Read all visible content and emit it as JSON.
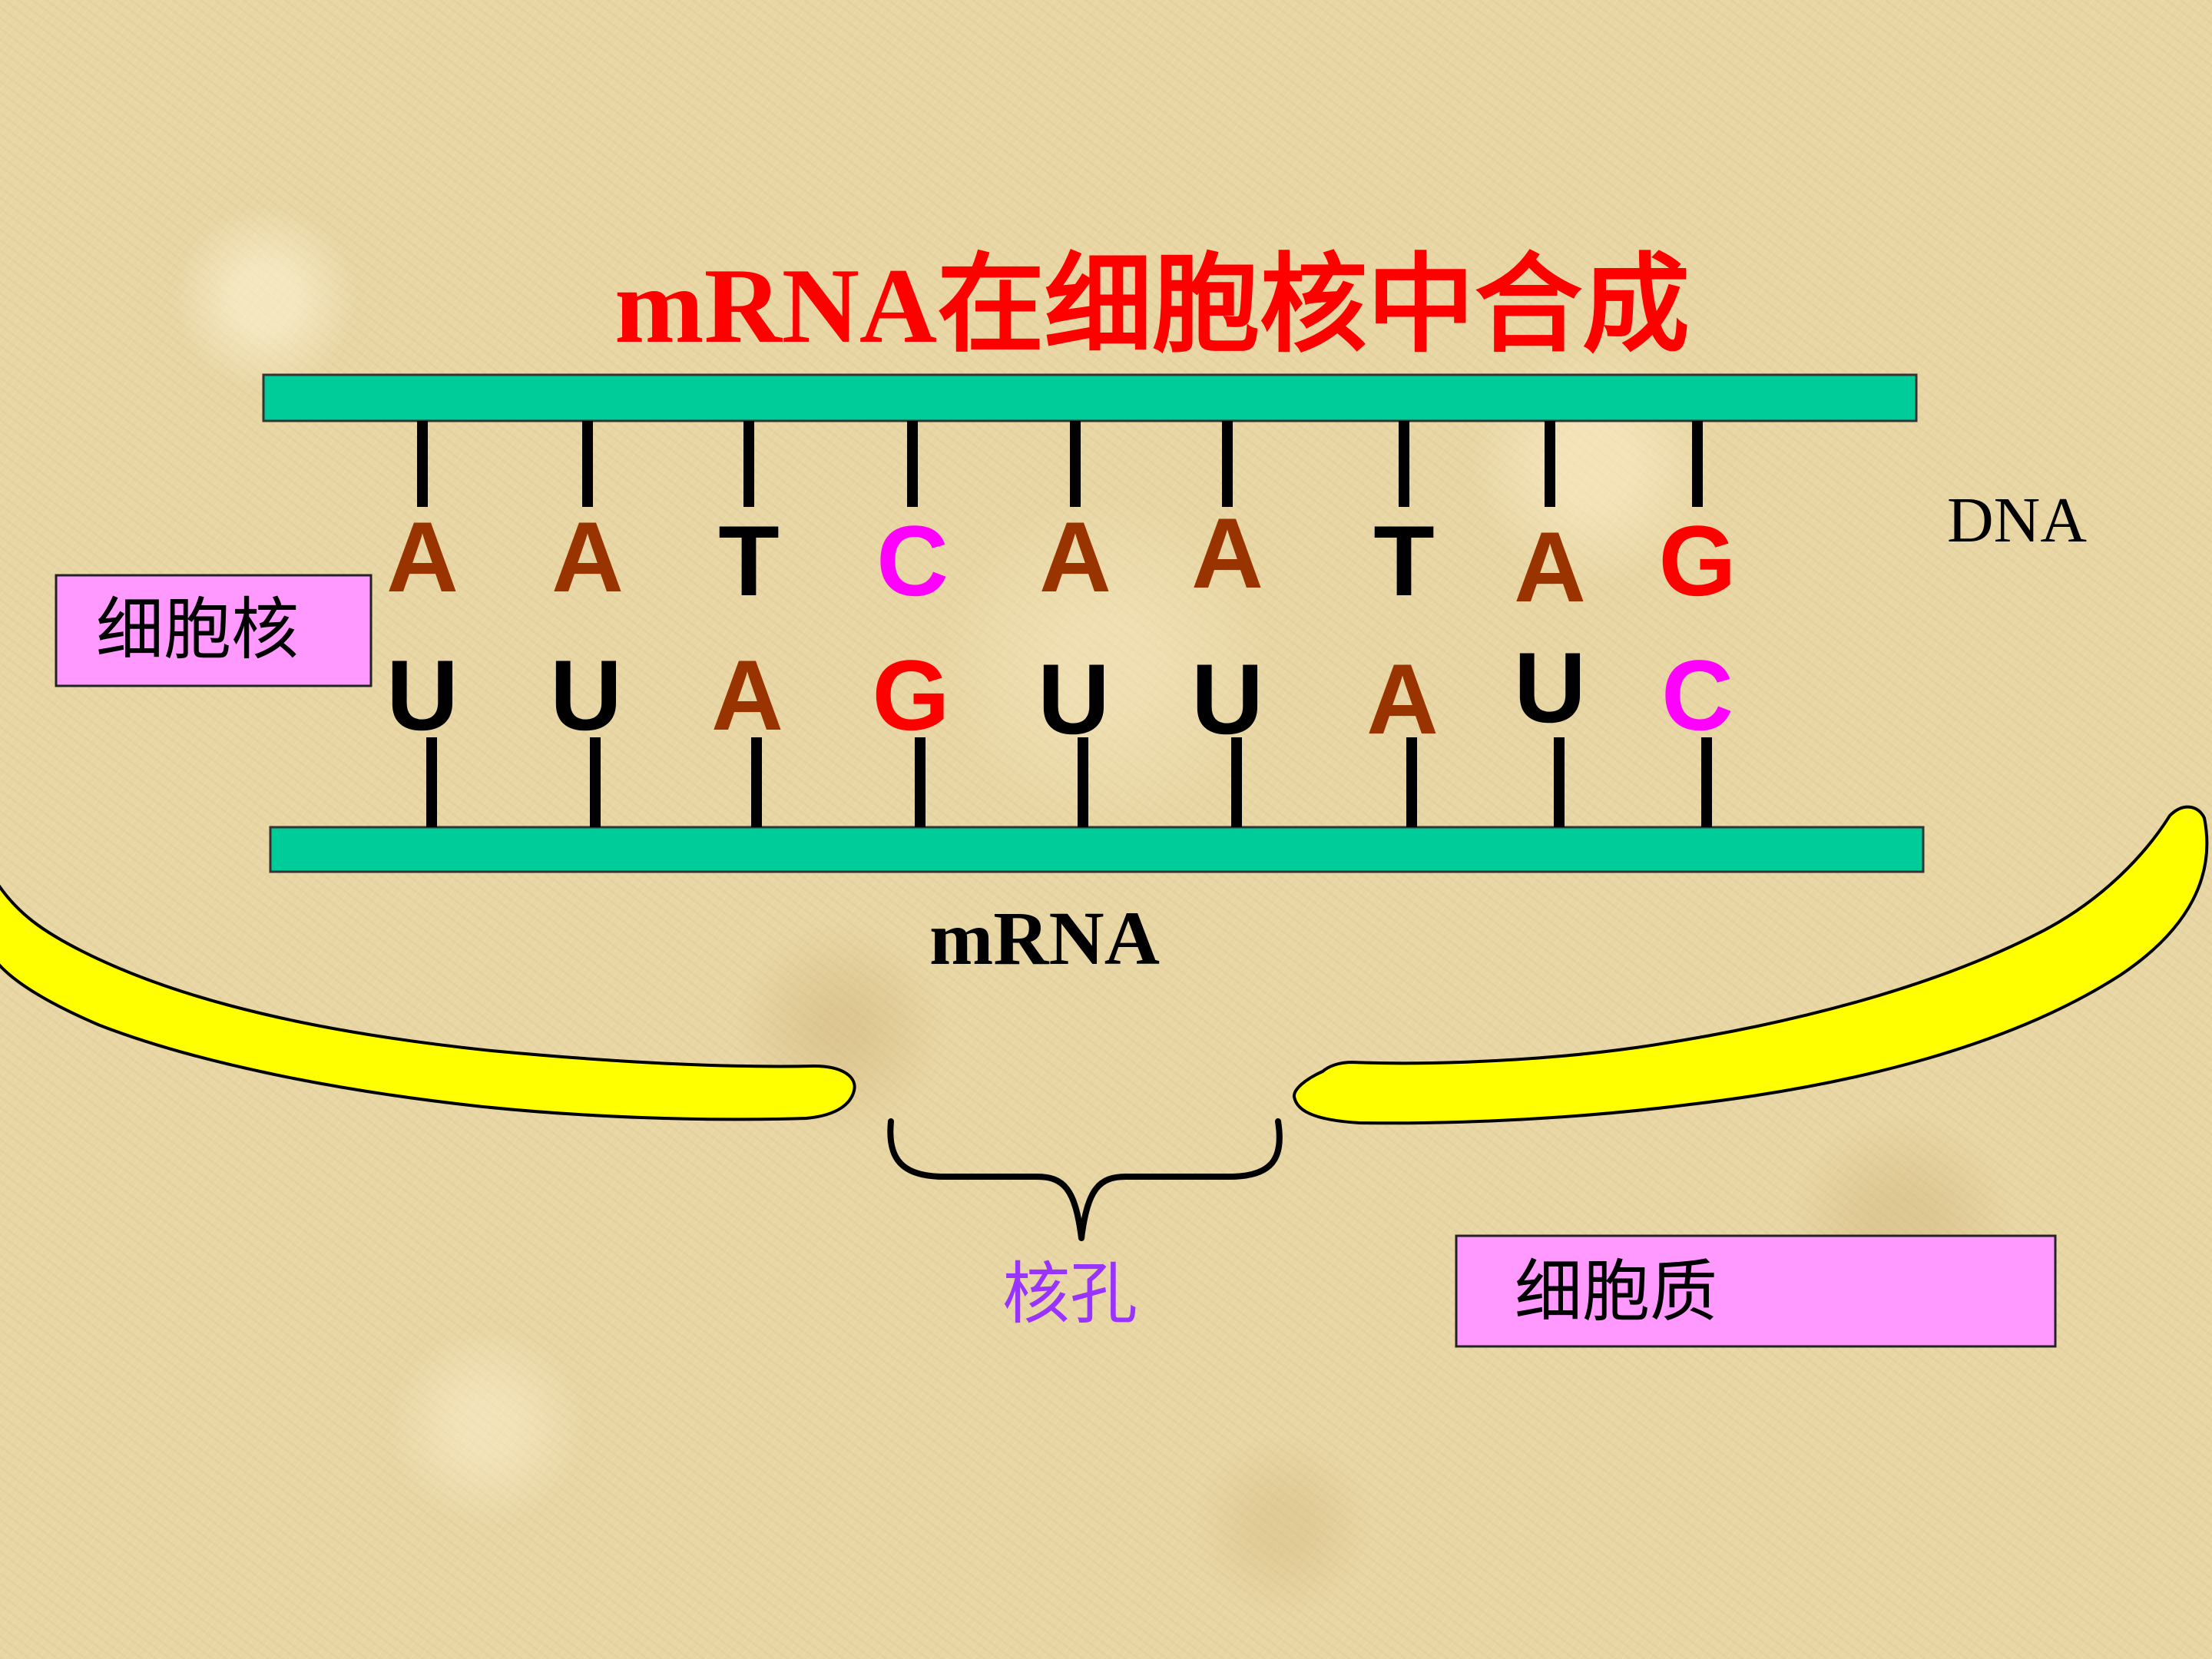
{
  "title": "mRNA在细胞核中合成",
  "dna_label": "DNA",
  "mrna_label": "mRNA",
  "nucleus_label": "细胞核",
  "cytoplasm_label": "细胞质",
  "pore_label": "核孔",
  "colors": {
    "title": "#ff0000",
    "strand": "#00cc99",
    "envelope": "#ffff00",
    "label_box": "#ff99ff",
    "pore_label": "#9933ff",
    "base_A": "#993300",
    "base_T": "#000000",
    "base_C": "#ff00ff",
    "base_G": "#ff0000",
    "base_U": "#000000"
  },
  "dna_bases": [
    "A",
    "A",
    "T",
    "C",
    "A",
    "A",
    "T",
    "A",
    "G"
  ],
  "mrna_bases": [
    "U",
    "U",
    "A",
    "G",
    "U",
    "U",
    "A",
    "U",
    "C"
  ]
}
